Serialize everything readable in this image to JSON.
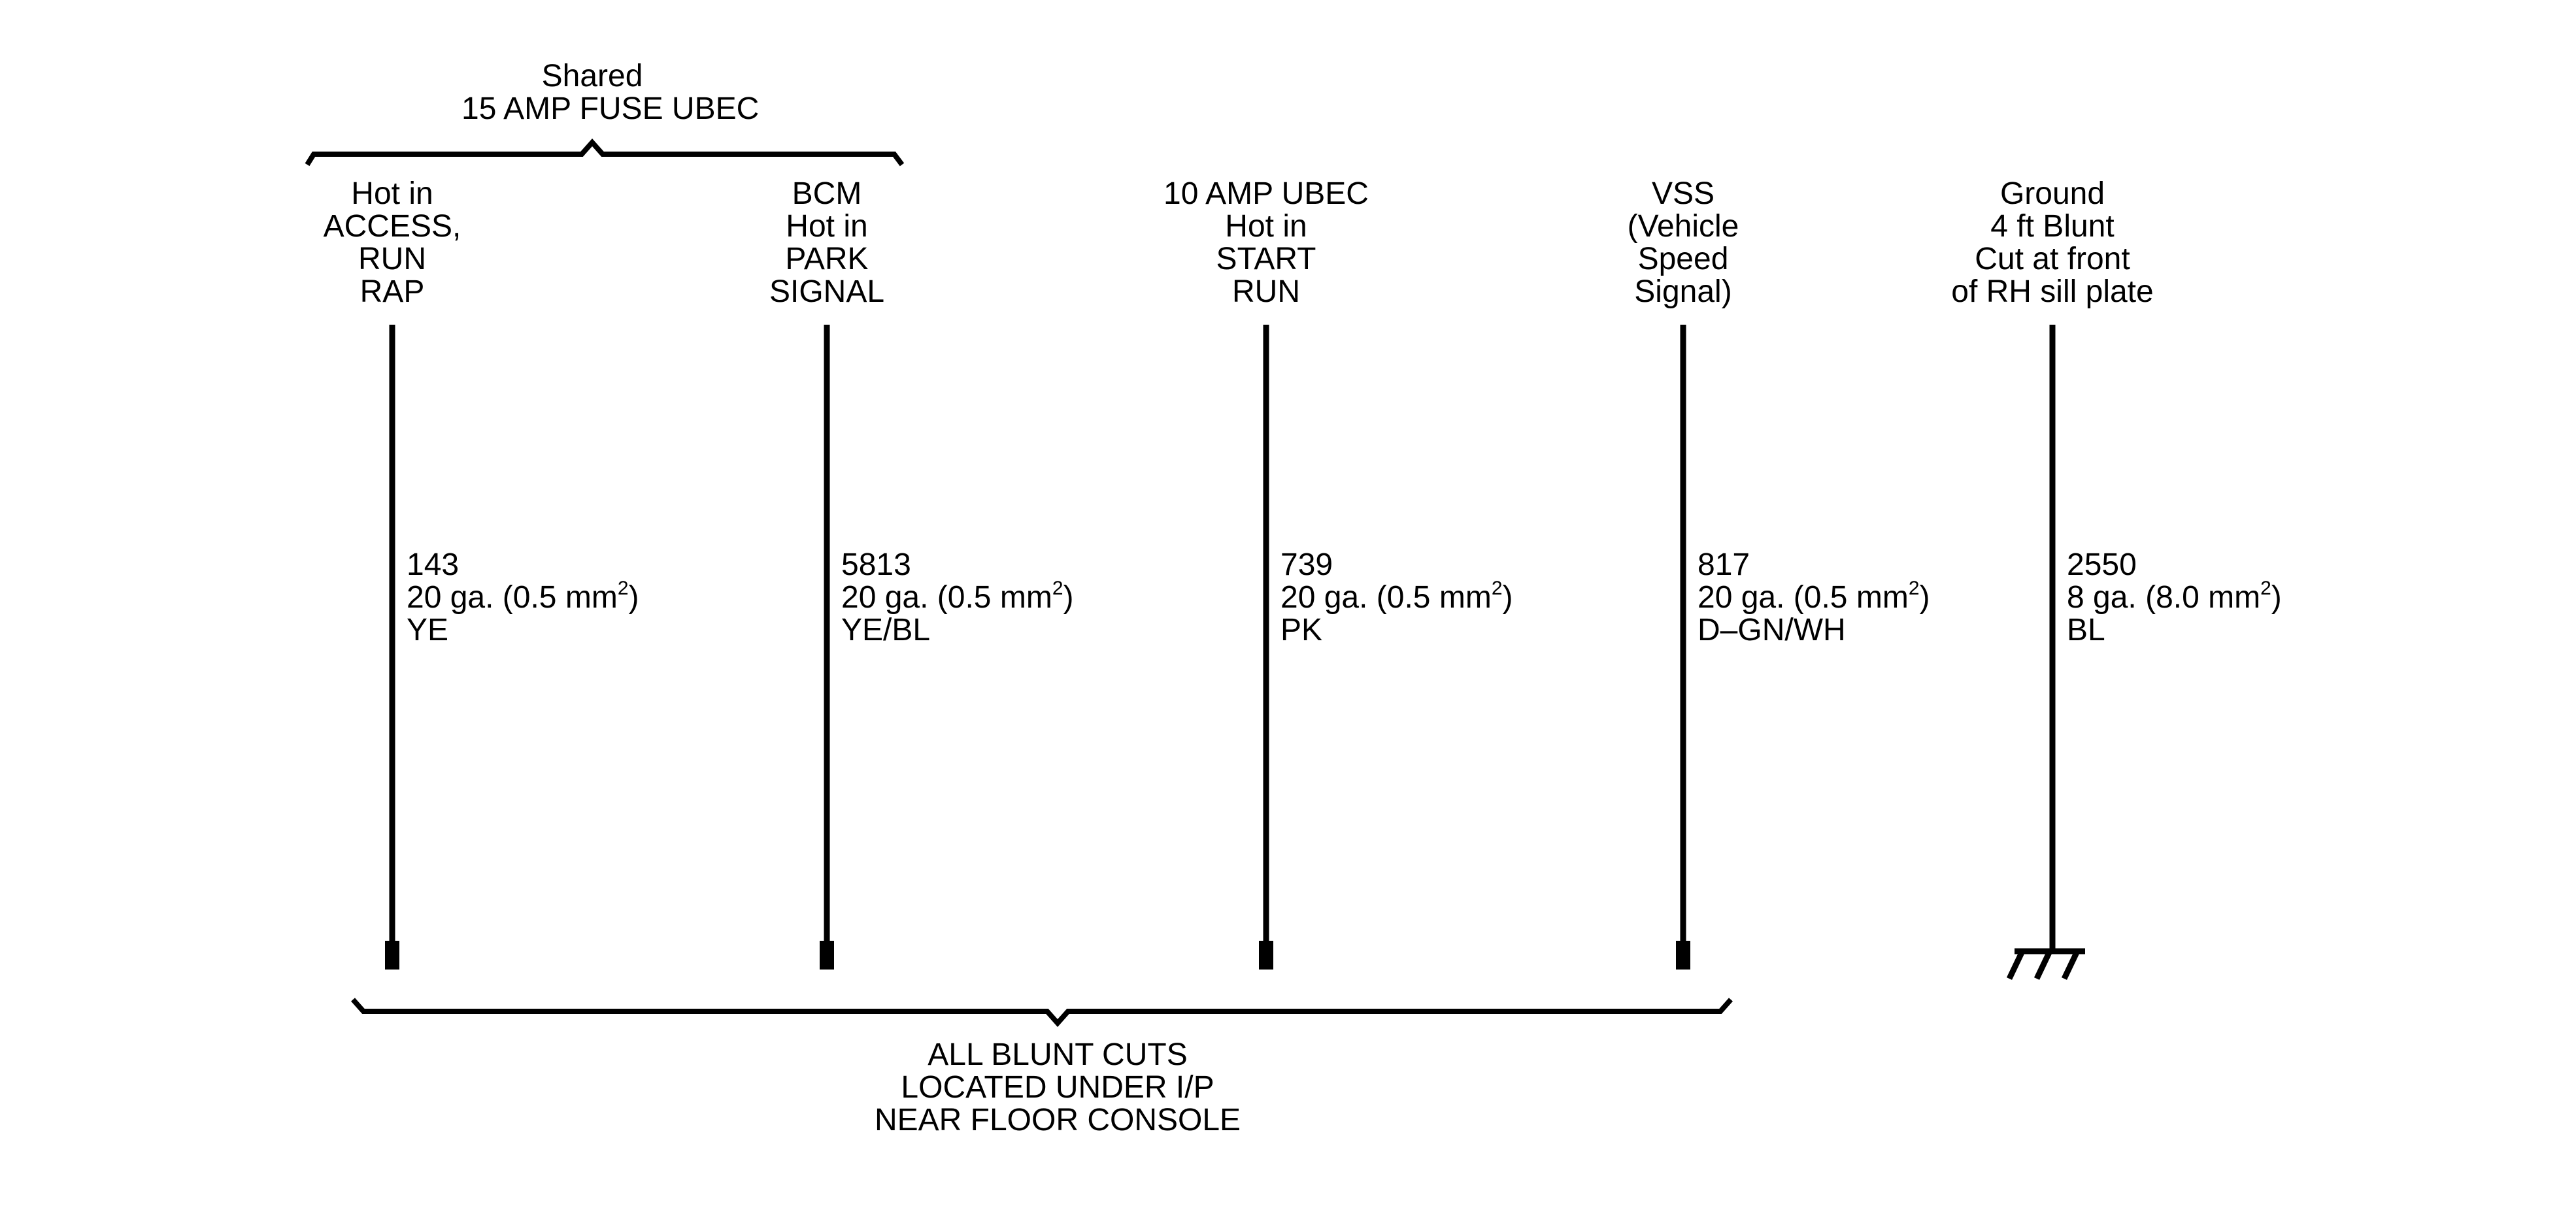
{
  "top_bracket": {
    "title_line1": "Shared",
    "title_line2": "15 AMP FUSE UBEC"
  },
  "bottom_bracket": {
    "line1": "ALL BLUNT CUTS",
    "line2": "LOCATED UNDER I/P",
    "line3": "NEAR FLOOR CONSOLE"
  },
  "circuits": [
    {
      "header": [
        "Hot in",
        "ACCESS,",
        "RUN",
        "RAP"
      ],
      "number": "143",
      "gauge_prefix": "20 ga. (0.5 mm",
      "gauge_exp": "2",
      "gauge_suffix": ")",
      "color": "YE",
      "termination": "blunt-cut"
    },
    {
      "header": [
        "BCM",
        "Hot in",
        "PARK",
        "SIGNAL"
      ],
      "number": "5813",
      "gauge_prefix": "20 ga. (0.5 mm",
      "gauge_exp": "2",
      "gauge_suffix": ")",
      "color": "YE/BL",
      "termination": "blunt-cut"
    },
    {
      "header": [
        "10 AMP UBEC",
        "Hot in",
        "START",
        "RUN"
      ],
      "number": "739",
      "gauge_prefix": "20 ga. (0.5 mm",
      "gauge_exp": "2",
      "gauge_suffix": ")",
      "color": "PK",
      "termination": "blunt-cut"
    },
    {
      "header": [
        "VSS",
        "(Vehicle",
        "Speed",
        "Signal)"
      ],
      "number": "817",
      "gauge_prefix": "20 ga. (0.5 mm",
      "gauge_exp": "2",
      "gauge_suffix": ")",
      "color": "D–GN/WH",
      "termination": "blunt-cut"
    },
    {
      "header": [
        "Ground",
        "4 ft Blunt",
        "Cut at front",
        "of RH sill plate"
      ],
      "number": "2550",
      "gauge_prefix": "8 ga. (8.0 mm",
      "gauge_exp": "2",
      "gauge_suffix": ")",
      "color": "BL",
      "termination": "ground"
    }
  ]
}
